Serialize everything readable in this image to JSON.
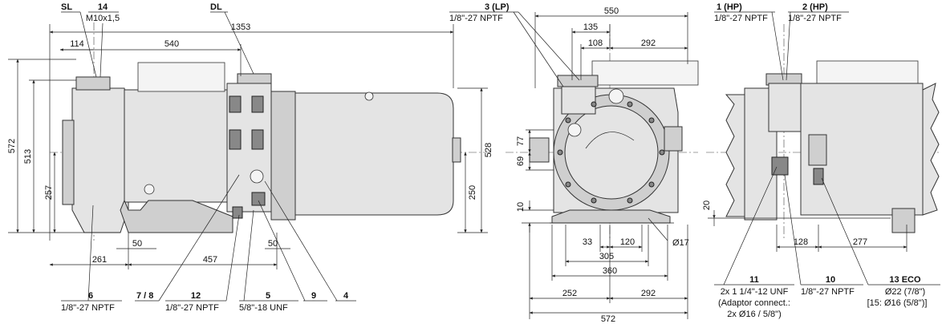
{
  "left_view": {
    "dims": {
      "d1353": "1353",
      "d540": "540",
      "d114": "114",
      "d572": "572",
      "d513": "513",
      "d257": "257",
      "d528": "528",
      "d250": "250",
      "d50a": "50",
      "d50b": "50",
      "d261": "261",
      "d457": "457"
    },
    "top_labels": {
      "sl": "SL",
      "p14_num": "14",
      "p14_spec": "M10x1,5",
      "dl": "DL"
    },
    "bottom_labels": {
      "p6_num": "6",
      "p6_spec": "1/8\"-27 NPTF",
      "p78_num": "7 / 8",
      "p12_num": "12",
      "p12_spec": "1/8\"-27 NPTF",
      "p5_num": "5",
      "p5_spec": "5/8\"-18 UNF",
      "p9_num": "9",
      "p4_num": "4"
    }
  },
  "middle_view": {
    "dims": {
      "d550": "550",
      "d135": "135",
      "d108": "108",
      "d292top": "292",
      "d77": "77",
      "d69": "69",
      "d10": "10",
      "d33": "33",
      "d120": "120",
      "d305": "305",
      "d360": "360",
      "d252": "252",
      "d292bot": "292",
      "d572": "572",
      "d17": "Ø17"
    },
    "top_labels": {
      "p3_num": "3 (LP)",
      "p3_spec": "1/8\"-27 NPTF"
    }
  },
  "right_view": {
    "dims": {
      "d20": "20",
      "d128": "128",
      "d277": "277"
    },
    "top_labels": {
      "p1_num": "1 (HP)",
      "p1_spec": "1/8\"-27 NPTF",
      "p2_num": "2 (HP)",
      "p2_spec": "1/8\"-27 NPTF"
    },
    "bottom_labels": {
      "p11_num": "11",
      "p11_line1": "2x 1 1/4\"-12 UNF",
      "p11_line2": "(Adaptor connect.:",
      "p11_line3": "2x Ø16 / 5/8\")",
      "p10_num": "10",
      "p10_spec": "1/8\"-27 NPTF",
      "p13_num": "13 ECO",
      "p13_line1": "Ø22 (7/8\")",
      "p13_line2": "[15: Ø16 (5/8\")]"
    }
  }
}
